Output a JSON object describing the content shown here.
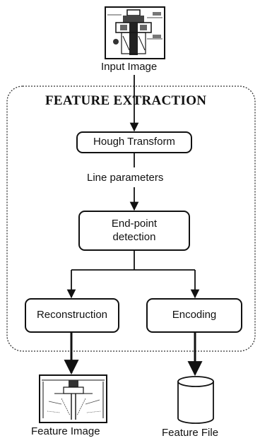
{
  "input": {
    "label": "Input Image"
  },
  "group": {
    "title": "FEATURE EXTRACTION"
  },
  "steps": {
    "hough": "Hough Transform",
    "line_params": "Line parameters",
    "endpoint": "End-point detection",
    "reconstruction": "Reconstruction",
    "encoding": "Encoding"
  },
  "outputs": {
    "feature_image": "Feature Image",
    "feature_file": "Feature File"
  },
  "icons": {
    "input": "mechanical-drawing-thumbnail",
    "feature_image": "line-feature-thumbnail",
    "feature_file": "cylinder-file-icon"
  }
}
